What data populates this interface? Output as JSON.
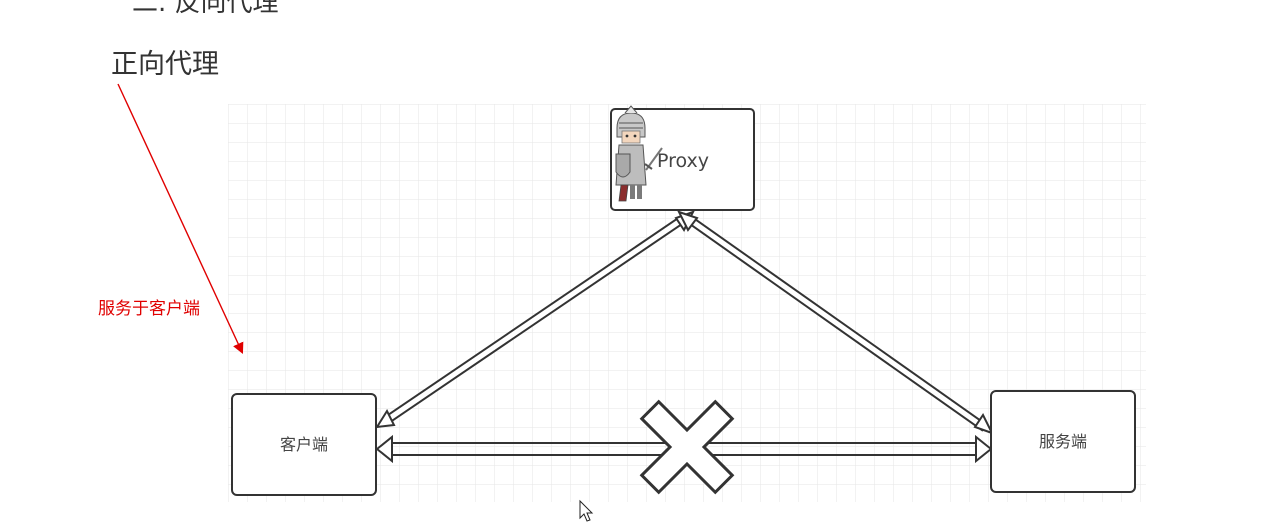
{
  "page": {
    "top_cut_heading": "二. 反向代理",
    "heading": "正向代理",
    "annotation": "服务于客户端"
  },
  "diagram": {
    "nodes": {
      "proxy": {
        "label": "Proxy",
        "icon": "knight-mascot-icon"
      },
      "client": {
        "label": "客户端"
      },
      "server": {
        "label": "服务端"
      }
    },
    "edges": [
      {
        "from": "client",
        "to": "proxy",
        "style": "double-arrow"
      },
      {
        "from": "proxy",
        "to": "server",
        "style": "double-arrow"
      },
      {
        "from": "client",
        "to": "server",
        "style": "double-arrow",
        "blocked": true,
        "block_icon": "cross-icon"
      }
    ],
    "colors": {
      "annotation": "#e00000",
      "arrow_stroke": "#333333",
      "grid": "#e6e6e6",
      "box_border": "#333333"
    }
  }
}
